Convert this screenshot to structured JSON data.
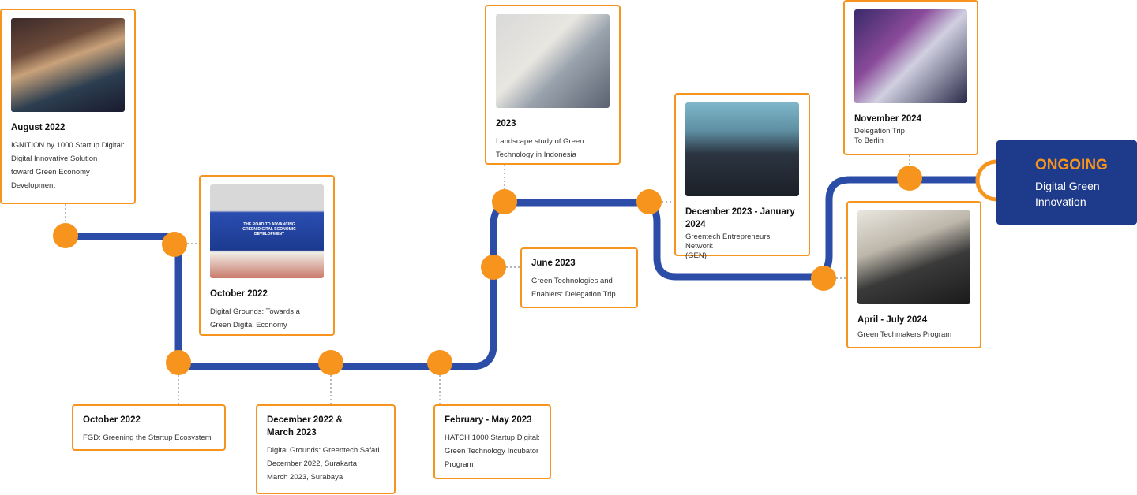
{
  "colors": {
    "path": "#2B4DA8",
    "accent": "#F7941D",
    "ongoing_bg": "#1E3A8A"
  },
  "milestones": [
    {
      "id": "aug2022",
      "date": "August 2022",
      "desc": "IGNITION by 1000 Startup Digital:\nDigital Innovative Solution\ntoward Green Economy\nDevelopment"
    },
    {
      "id": "oct2022a",
      "date": "October 2022",
      "desc": "Digital Grounds: Towards a\nGreen Digital Economy"
    },
    {
      "id": "oct2022b",
      "date": "October 2022",
      "desc": "FGD: Greening the Startup Ecosystem"
    },
    {
      "id": "dec2022",
      "date": "December 2022 &\nMarch 2023",
      "desc": "Digital Grounds: Greentech Safari\nDecember 2022, Surakarta\nMarch 2023, Surabaya"
    },
    {
      "id": "feb2023",
      "date": "February - May 2023",
      "desc": "HATCH 1000 Startup Digital:\nGreen Technology Incubator\nProgram"
    },
    {
      "id": "jun2023",
      "date": "June 2023",
      "desc": "Green Technologies and\nEnablers: Delegation Trip"
    },
    {
      "id": "y2023",
      "date": "2023",
      "desc": "Landscape study of Green\nTechnology in Indonesia"
    },
    {
      "id": "dec2023",
      "date": "December 2023 - January\n2024",
      "desc": "Greentech  Entrepreneurs Network\n(GEN)"
    },
    {
      "id": "apr2024",
      "date": "April - July 2024",
      "desc": "Green Techmakers Program"
    },
    {
      "id": "nov2024",
      "date": "November 2024",
      "desc": "Delegation Trip\nTo Berlin"
    }
  ],
  "ongoing": {
    "title": "ONGOING",
    "subtitle": "Digital Green Innovation"
  },
  "photo_captions": {
    "oct2022a": "THE ROAD TO ADVANCING\nGREEN DIGITAL ECONOMIC\nDEVELOPMENT"
  }
}
